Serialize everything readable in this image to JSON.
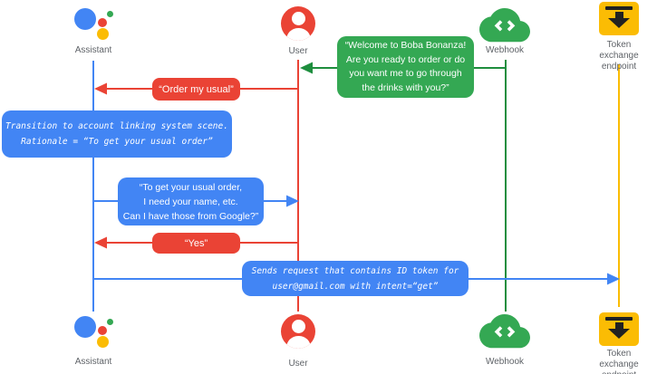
{
  "colors": {
    "blue": "#4285f4",
    "red": "#ea4335",
    "green": "#34a853",
    "green-dark": "#1e8e3e",
    "yellow": "#fbbc04",
    "ink": "#212121",
    "label": "#5f6368"
  },
  "actors": [
    {
      "id": "assistant",
      "label": "Assistant",
      "icon": "google-assistant-icon"
    },
    {
      "id": "user",
      "label": "User",
      "icon": "user-icon"
    },
    {
      "id": "webhook",
      "label": "Webhook",
      "icon": "webhook-cloud-icon"
    },
    {
      "id": "token-exchange-endpoint",
      "label": "Token exchange\nendpoint",
      "icon": "token-endpoint-icon"
    }
  ],
  "messages": {
    "welcome": {
      "from": "Webhook",
      "to": "User",
      "text": "“Welcome to Boba Bonanza!\nAre you ready to order or do\nyou want me to go through\nthe drinks with you?”"
    },
    "order_usual": {
      "from": "User",
      "to": "Assistant",
      "text": "“Order my usual”"
    },
    "transition_note": {
      "on": "Assistant",
      "text": "Transition to account linking system scene.\nRationale = “To get your usual order”"
    },
    "ask_info": {
      "from": "Assistant",
      "to": "User",
      "text": "“To get your usual order,\nI need your name, etc.\nCan I have those from Google?”"
    },
    "yes": {
      "from": "User",
      "to": "Assistant",
      "text": "“Yes”"
    },
    "sends_request": {
      "from": "Assistant",
      "to": "Token exchange endpoint",
      "text": "Sends request that contains ID token for\nuser@gmail.com with intent=“get”"
    }
  }
}
